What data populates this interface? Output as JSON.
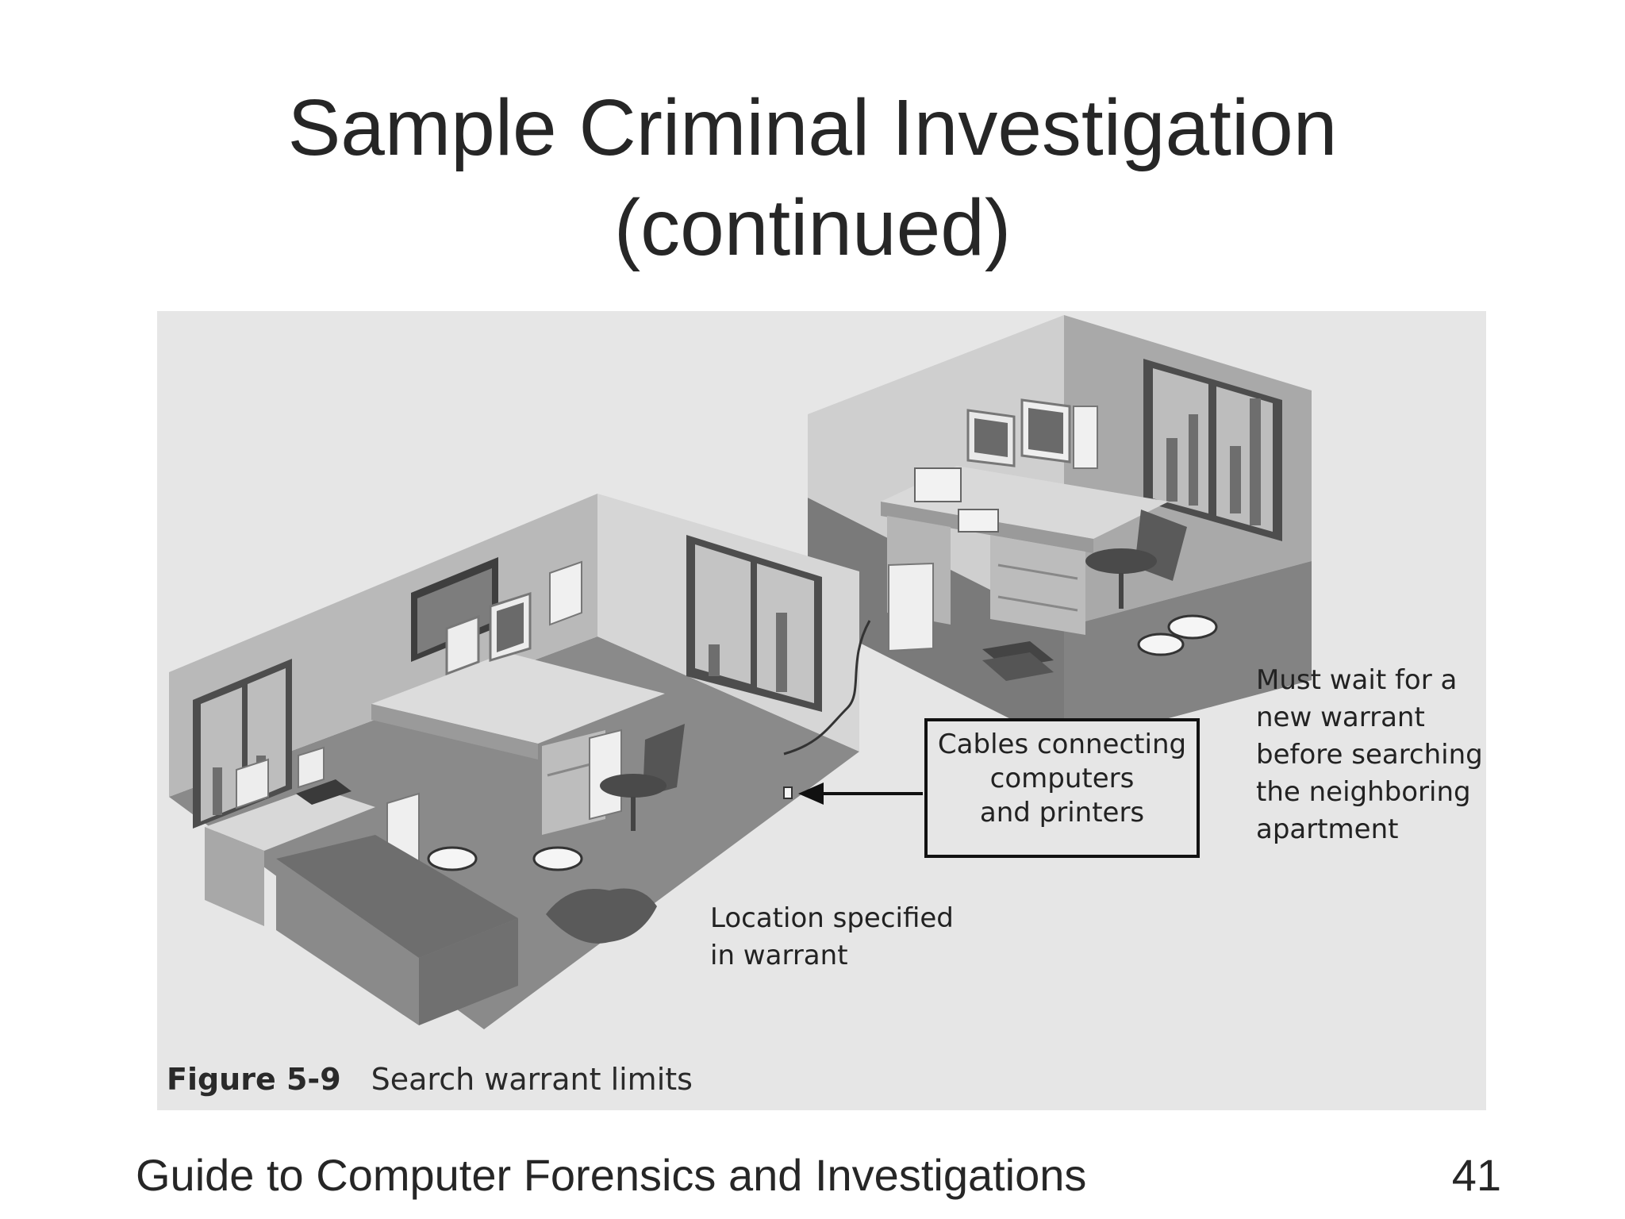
{
  "slide": {
    "title_line1": "Sample Criminal Investigation",
    "title_line2": "(continued)",
    "footer_text": "Guide to Computer Forensics and Investigations",
    "page_number": "41"
  },
  "figure": {
    "number": "Figure 5-9",
    "caption": "Search warrant limits",
    "callouts": {
      "neighbor": [
        "Must wait for a",
        "new warrant",
        "before searching",
        "the neighboring",
        "apartment"
      ],
      "cables": [
        "Cables connecting",
        "computers",
        "and printers"
      ],
      "location": [
        "Location specified",
        "in warrant"
      ]
    }
  }
}
